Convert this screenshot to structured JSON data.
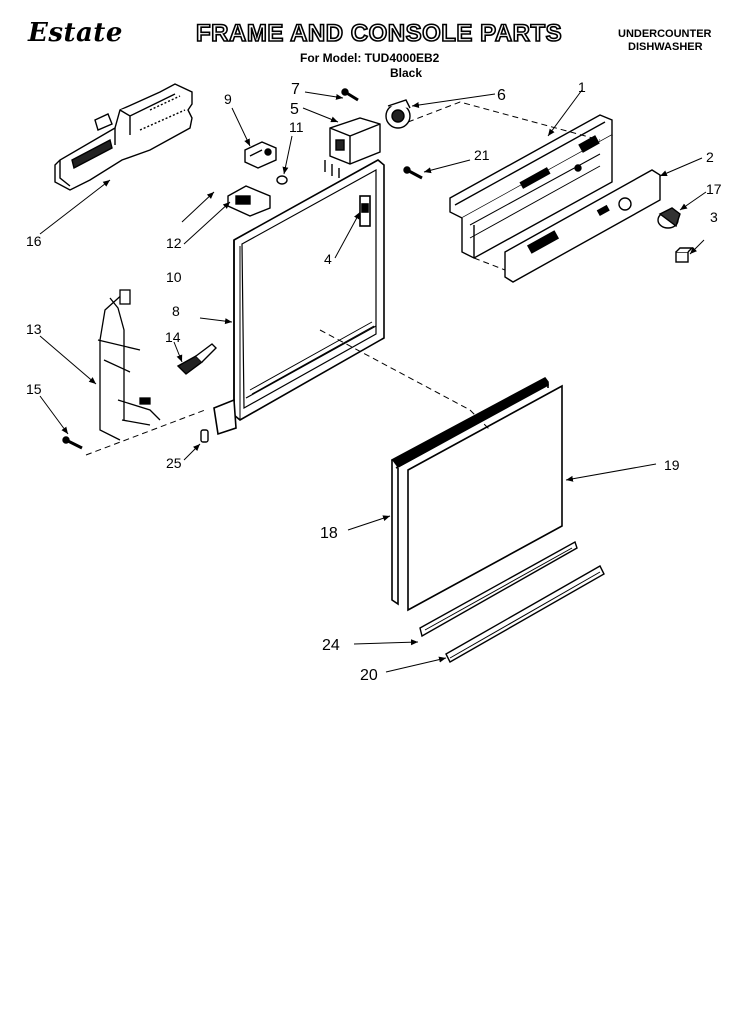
{
  "header": {
    "brand": "Estate",
    "title": "FRAME AND CONSOLE PARTS",
    "model_line": "For Model: TUD4000EB2",
    "color": "Black",
    "product_line1": "UNDERCOUNTER",
    "product_line2": "DISHWASHER"
  },
  "callouts": {
    "c1": "1",
    "c2": "2",
    "c3": "3",
    "c4": "4",
    "c5": "5",
    "c6": "6",
    "c7": "7",
    "c8": "8",
    "c9": "9",
    "c10": "10",
    "c11": "11",
    "c12": "12",
    "c13": "13",
    "c14": "14",
    "c15": "15",
    "c16": "16",
    "c17": "17",
    "c18": "18",
    "c19": "19",
    "c20": "20",
    "c21": "21",
    "c24": "24",
    "c25": "25"
  }
}
